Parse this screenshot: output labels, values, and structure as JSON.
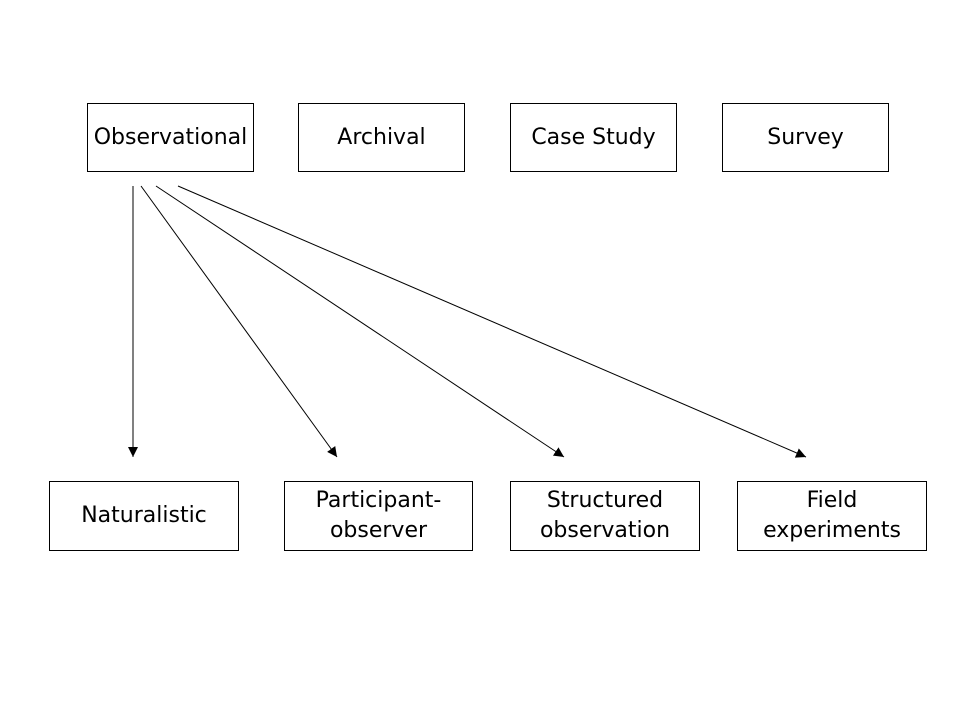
{
  "diagram": {
    "categories": [
      {
        "label": "Observational"
      },
      {
        "label": "Archival"
      },
      {
        "label": "Case Study"
      },
      {
        "label": "Survey"
      }
    ],
    "observational_types": [
      {
        "line1": "Naturalistic",
        "line2": ""
      },
      {
        "line1": "Participant-",
        "line2": "observer"
      },
      {
        "line1": "Structured",
        "line2": "observation"
      },
      {
        "line1": "Field",
        "line2": "experiments"
      }
    ],
    "connections": [
      {
        "from": "Observational",
        "to": "Naturalistic"
      },
      {
        "from": "Observational",
        "to": "Participant-observer"
      },
      {
        "from": "Observational",
        "to": "Structured observation"
      },
      {
        "from": "Observational",
        "to": "Field experiments"
      }
    ],
    "colors": {
      "line": "#000000",
      "border": "#000000",
      "background": "#ffffff"
    }
  }
}
